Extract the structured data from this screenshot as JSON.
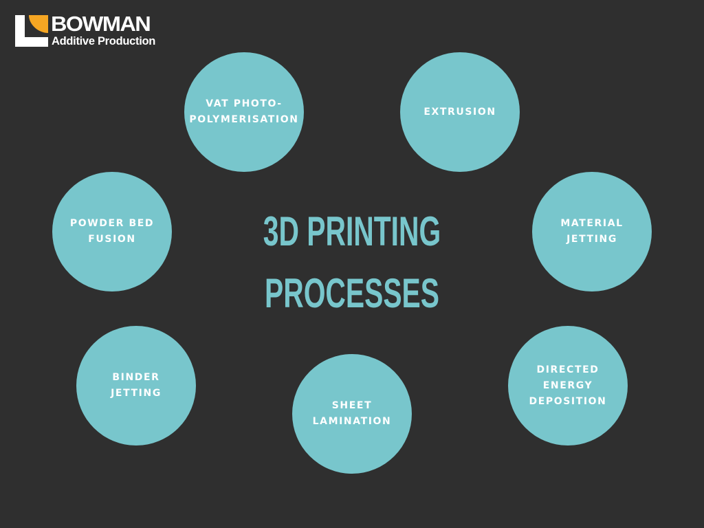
{
  "logo": {
    "name": "BOWMAN",
    "tagline": "Additive Production",
    "colors": {
      "accent": "#f5a623",
      "mark": "#ffffff"
    }
  },
  "title": {
    "line1": "3D PRINTING",
    "line2": "PROCESSES"
  },
  "processes": [
    {
      "label": "VAT PHOTO-\nPOLYMERISATION"
    },
    {
      "label": "EXTRUSION"
    },
    {
      "label": "POWDER BED\nFUSION"
    },
    {
      "label": "MATERIAL\nJETTING"
    },
    {
      "label": "BINDER\nJETTING"
    },
    {
      "label": "SHEET\nLAMINATION"
    },
    {
      "label": "DIRECTED\nENERGY\nDEPOSITION"
    }
  ],
  "colors": {
    "background": "#2f2f2f",
    "circle": "#78c6cc",
    "title": "#78c6cc",
    "label": "#ffffff"
  }
}
